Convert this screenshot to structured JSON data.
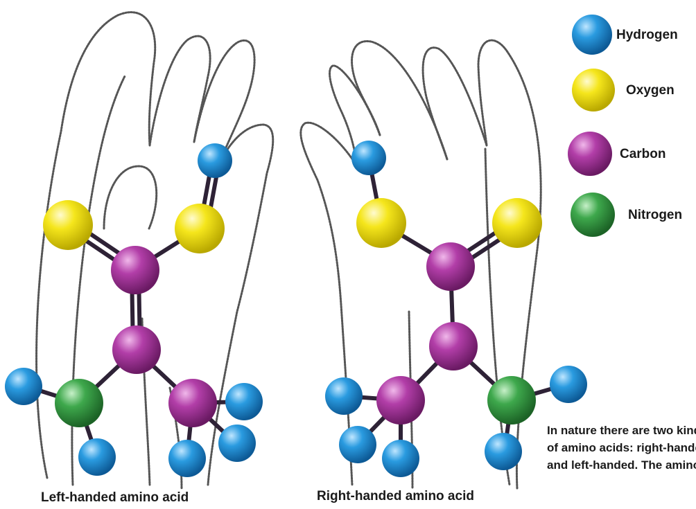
{
  "legend": [
    {
      "element": "hydrogen",
      "label": "Hydrogen",
      "color": "#1e8fd6"
    },
    {
      "element": "oxygen",
      "label": "Oxygen",
      "color": "#f2e41a"
    },
    {
      "element": "carbon",
      "label": "Carbon",
      "color": "#b03aa6"
    },
    {
      "element": "nitrogen",
      "label": "Nitrogen",
      "color": "#3da64a"
    }
  ],
  "captions": {
    "left": "Left-handed amino acid",
    "right": "Right-handed amino acid"
  },
  "note": "In nature there are two kinds of amino acids: right-handed and left-handed. The amino"
}
